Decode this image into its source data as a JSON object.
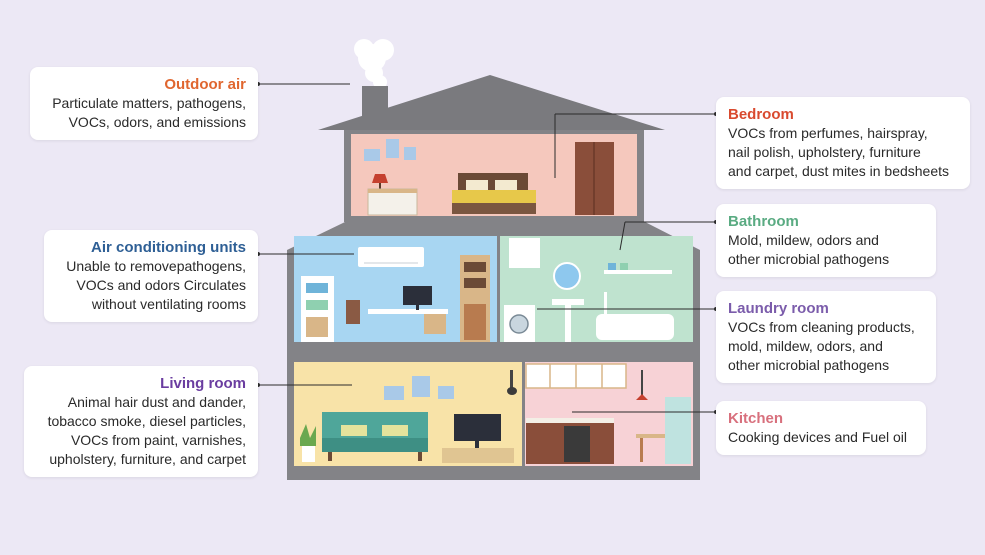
{
  "colors": {
    "outdoor": "#e0662f",
    "bedroom": "#d94a2f",
    "bathroom": "#5aab82",
    "ac": "#2e5f95",
    "laundry": "#7b5cab",
    "living": "#6a3da0",
    "kitchen": "#d8707d"
  },
  "labels": {
    "outdoor_air": {
      "title": "Outdoor air",
      "lines": [
        "Particulate matters, pathogens,",
        "VOCs, odors, and emissions"
      ]
    },
    "bedroom": {
      "title": "Bedroom",
      "lines": [
        "VOCs from perfumes, hairspray,",
        "nail polish, upholstery, furniture",
        "and carpet, dust mites in bedsheets"
      ]
    },
    "bathroom": {
      "title": "Bathroom",
      "lines": [
        "Mold, mildew, odors and",
        "other microbial pathogens"
      ]
    },
    "air_conditioning": {
      "title": "Air conditioning units",
      "lines": [
        "Unable to removepathogens,",
        "VOCs and odors Circulates",
        "without ventilating rooms"
      ]
    },
    "laundry_room": {
      "title": "Laundry room",
      "lines": [
        "VOCs from cleaning products,",
        "mold, mildew, odors, and",
        "other microbial pathogens"
      ]
    },
    "living_room": {
      "title": "Living room",
      "lines": [
        "Animal hair dust and dander,",
        "tobacco smoke, diesel particles,",
        "VOCs from paint, varnishes,",
        "upholstery, furniture, and carpet"
      ]
    },
    "kitchen": {
      "title": "Kitchen",
      "lines": [
        "Cooking devices and Fuel oil"
      ]
    }
  }
}
